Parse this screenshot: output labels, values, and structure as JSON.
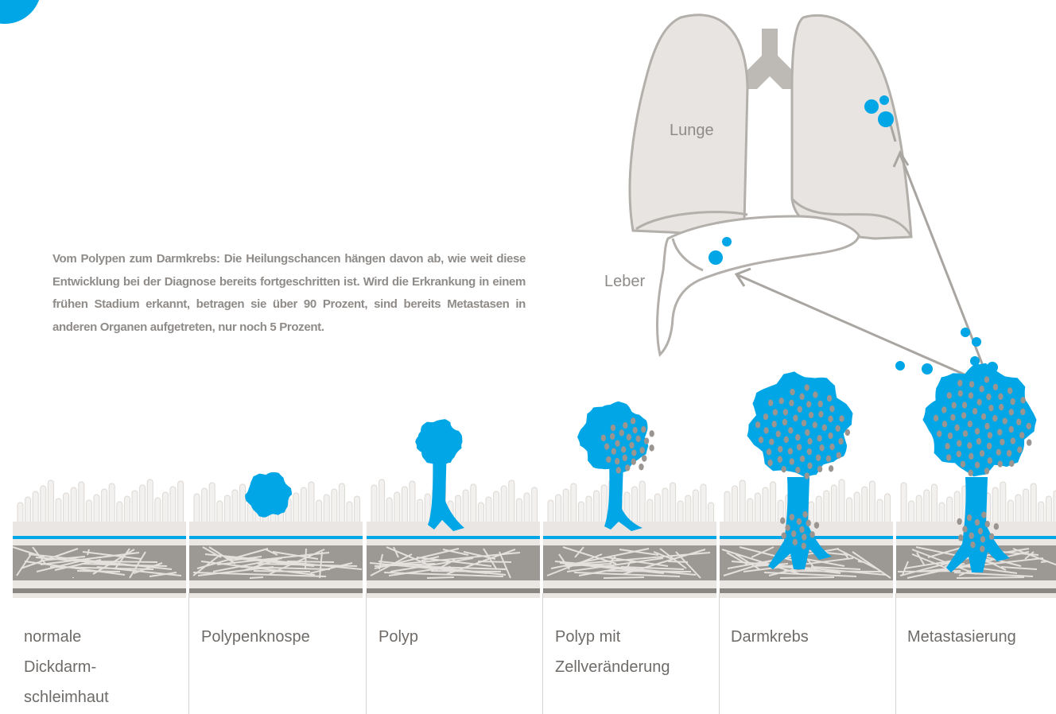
{
  "caption": "Vom Polypen zum Darmkrebs: Die Heilungschancen hängen davon ab, wie weit diese Entwicklung bei der Diagnose bereits fortgeschritten ist. Wird die Erkrankung in einem frühen Stadium erkannt, betragen sie über 90 Prozent, sind bereits Metastasen in anderen Organen aufgetreten, nur noch 5 Prozent.",
  "organs": {
    "lung_label": "Lunge",
    "liver_label": "Leber"
  },
  "stages": [
    {
      "label": "normale Dickdarm-schleimhaut"
    },
    {
      "label": "Polypenknospe"
    },
    {
      "label": "Polyp"
    },
    {
      "label": "Polyp mit Zellveränderung"
    },
    {
      "label": "Darmkrebs"
    },
    {
      "label": "Metastasierung"
    }
  ],
  "colors": {
    "tumor": "#00a6e5",
    "organ_fill": "#e7e4e1",
    "organ_stroke": "#b3afab",
    "arrow": "#a9a5a1",
    "tissue_light": "#e9e6e3",
    "tissue_dark": "#9c9894",
    "cell_dots": "#9a9590"
  }
}
